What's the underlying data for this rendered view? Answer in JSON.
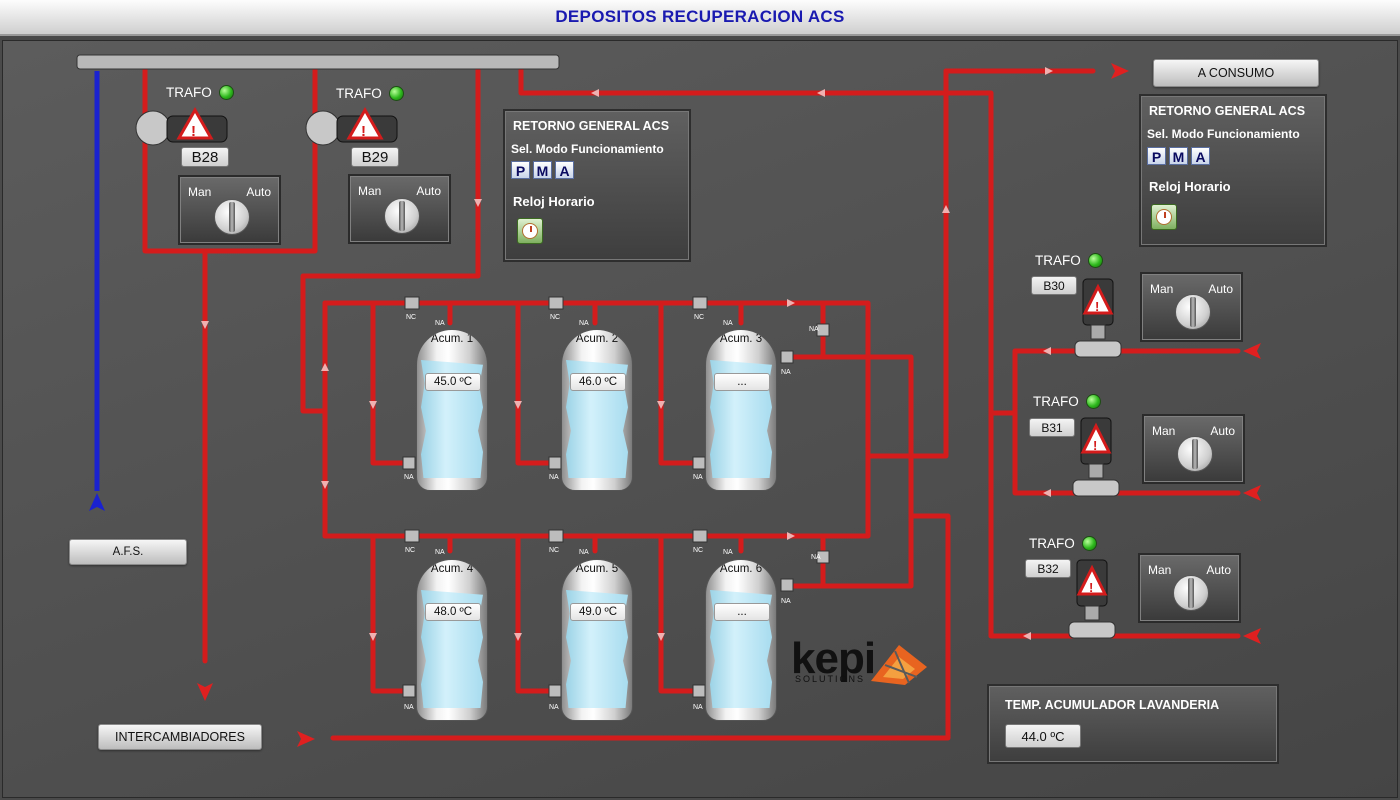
{
  "title": "DEPOSITOS RECUPERACION ACS",
  "nav": {
    "consumo": "A CONSUMO",
    "afs": "A.F.S.",
    "intercambiadores": "INTERCAMBIADORES"
  },
  "panels": [
    {
      "title": "RETORNO GENERAL ACS",
      "mode_label": "Sel. Modo Funcionamiento",
      "modes": [
        "P",
        "M",
        "A"
      ],
      "clock_label": "Reloj Horario"
    },
    {
      "title": "RETORNO GENERAL ACS",
      "mode_label": "Sel. Modo Funcionamiento",
      "modes": [
        "P",
        "M",
        "A"
      ],
      "clock_label": "Reloj Horario"
    }
  ],
  "pumps": [
    {
      "trafo": "TRAFO",
      "id": "B28",
      "man": "Man",
      "auto": "Auto",
      "status_color": "#2db81c"
    },
    {
      "trafo": "TRAFO",
      "id": "B29",
      "man": "Man",
      "auto": "Auto",
      "status_color": "#2db81c"
    },
    {
      "trafo": "TRAFO",
      "id": "B30",
      "man": "Man",
      "auto": "Auto",
      "status_color": "#2db81c"
    },
    {
      "trafo": "TRAFO",
      "id": "B31",
      "man": "Man",
      "auto": "Auto",
      "status_color": "#2db81c"
    },
    {
      "trafo": "TRAFO",
      "id": "B32",
      "man": "Man",
      "auto": "Auto",
      "status_color": "#2db81c"
    }
  ],
  "tanks": [
    {
      "name": "Acum. 1",
      "temp": "45.0 ºC"
    },
    {
      "name": "Acum. 2",
      "temp": "46.0 ºC"
    },
    {
      "name": "Acum. 3",
      "temp": "..."
    },
    {
      "name": "Acum. 4",
      "temp": "48.0 ºC"
    },
    {
      "name": "Acum. 5",
      "temp": "49.0 ºC"
    },
    {
      "name": "Acum. 6",
      "temp": "..."
    }
  ],
  "valve_labels": {
    "nc": "NC",
    "na": "NA"
  },
  "laundry": {
    "title": "TEMP. ACUMULADOR LAVANDERIA",
    "temp": "44.0 ºC"
  },
  "logo": {
    "text": "kepi",
    "sub": "SOLUTIONS"
  },
  "colors": {
    "hot_pipe": "#d41c1c",
    "cold_pipe": "#1a22d0",
    "title_text": "#1a1ab0"
  }
}
